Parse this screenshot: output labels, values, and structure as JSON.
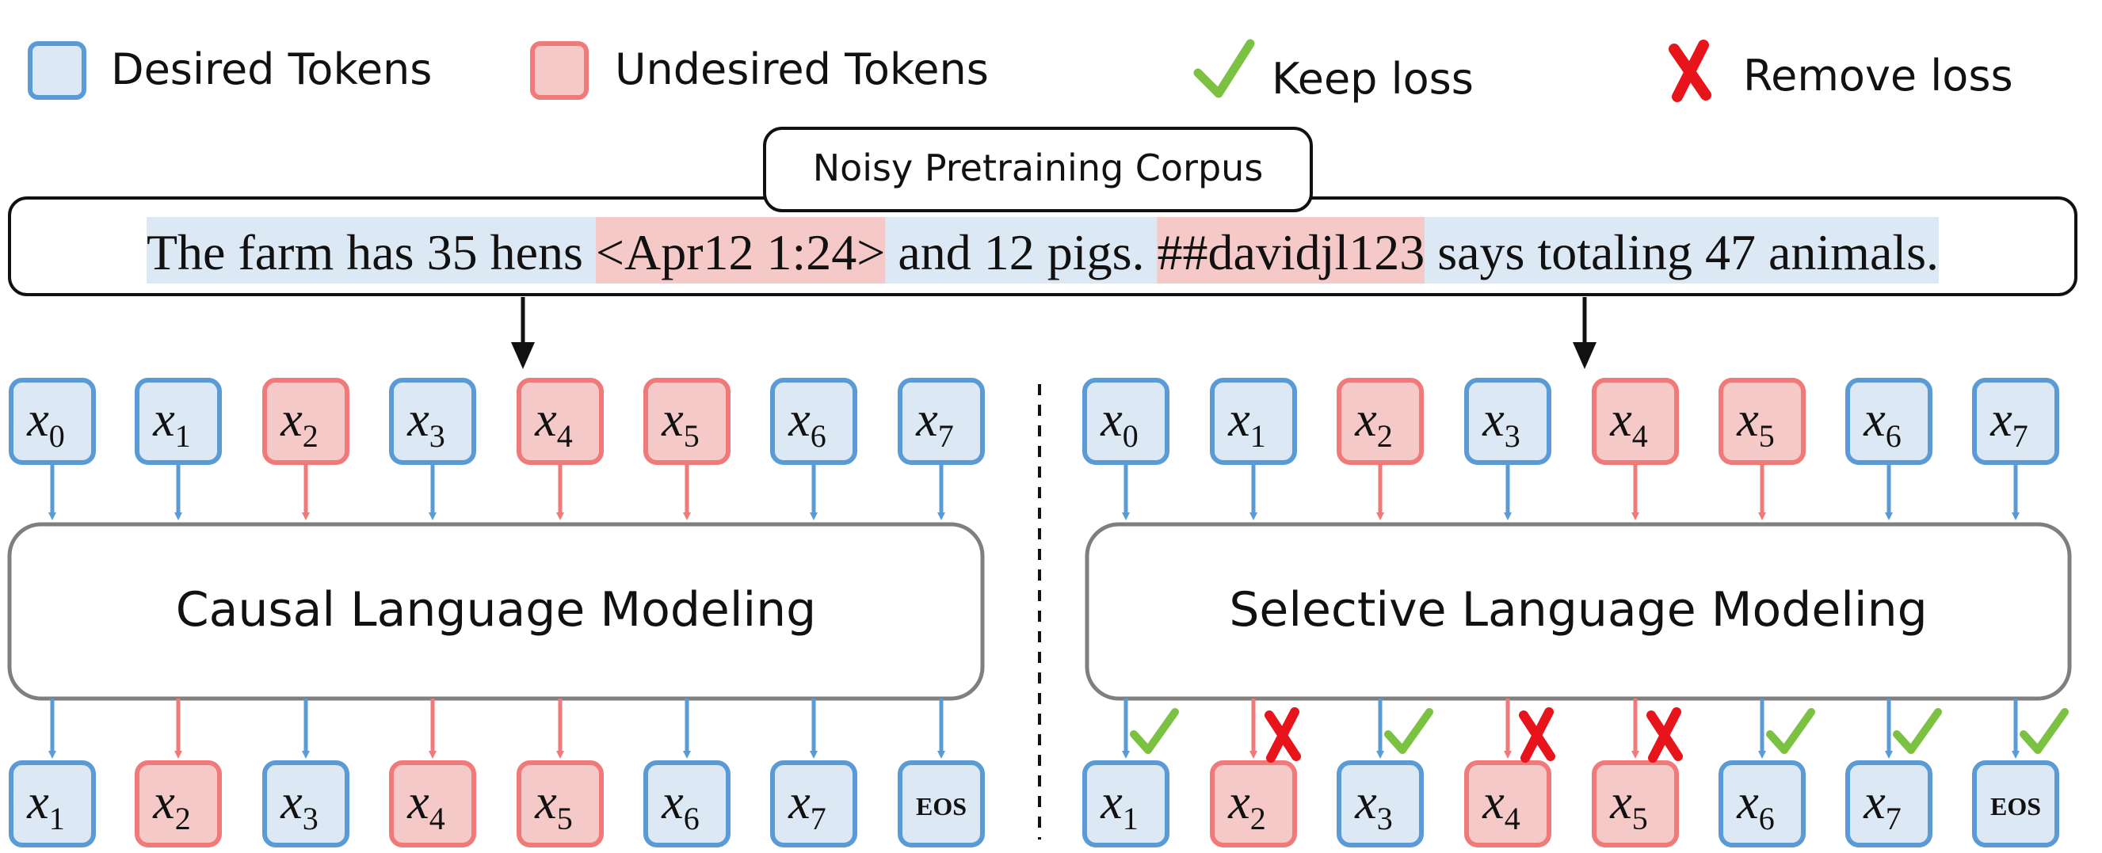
{
  "legend": {
    "desired_label": "Desired Tokens",
    "undesired_label": "Undesired Tokens",
    "keep_label": "Keep loss",
    "remove_label": "Remove loss"
  },
  "corpus": {
    "title": "Noisy Pretraining Corpus",
    "segments": [
      {
        "text": "The farm has 35 hens ",
        "kind": "desired"
      },
      {
        "text": "<Apr12 1:24>",
        "kind": "undesired"
      },
      {
        "text": " and 12 pigs. ",
        "kind": "desired"
      },
      {
        "text": "##davidjl123",
        "kind": "undesired"
      },
      {
        "text": " says totaling 47 animals.",
        "kind": "desired"
      }
    ]
  },
  "colors": {
    "desired_fill": "#dce9f5",
    "desired_stroke": "#5b9bd5",
    "undesired_fill": "#f6c9c9",
    "undesired_stroke": "#f07a7a",
    "keep_check": "#7cc242",
    "remove_cross": "#e8141b",
    "model_stroke": "#7f7f7f"
  },
  "panels": [
    {
      "model_label": "Causal Language Modeling",
      "inputs": [
        {
          "base": "x",
          "sub": "0",
          "kind": "desired"
        },
        {
          "base": "x",
          "sub": "1",
          "kind": "desired"
        },
        {
          "base": "x",
          "sub": "2",
          "kind": "undesired"
        },
        {
          "base": "x",
          "sub": "3",
          "kind": "desired"
        },
        {
          "base": "x",
          "sub": "4",
          "kind": "undesired"
        },
        {
          "base": "x",
          "sub": "5",
          "kind": "undesired"
        },
        {
          "base": "x",
          "sub": "6",
          "kind": "desired"
        },
        {
          "base": "x",
          "sub": "7",
          "kind": "desired"
        }
      ],
      "outputs": [
        {
          "base": "x",
          "sub": "1",
          "kind": "desired",
          "loss": "none"
        },
        {
          "base": "x",
          "sub": "2",
          "kind": "undesired",
          "loss": "none"
        },
        {
          "base": "x",
          "sub": "3",
          "kind": "desired",
          "loss": "none"
        },
        {
          "base": "x",
          "sub": "4",
          "kind": "undesired",
          "loss": "none"
        },
        {
          "base": "x",
          "sub": "5",
          "kind": "undesired",
          "loss": "none"
        },
        {
          "base": "x",
          "sub": "6",
          "kind": "desired",
          "loss": "none"
        },
        {
          "base": "x",
          "sub": "7",
          "kind": "desired",
          "loss": "none"
        },
        {
          "base": "EOS",
          "sub": "",
          "kind": "desired",
          "loss": "none"
        }
      ]
    },
    {
      "model_label": "Selective Language Modeling",
      "inputs": [
        {
          "base": "x",
          "sub": "0",
          "kind": "desired"
        },
        {
          "base": "x",
          "sub": "1",
          "kind": "desired"
        },
        {
          "base": "x",
          "sub": "2",
          "kind": "undesired"
        },
        {
          "base": "x",
          "sub": "3",
          "kind": "desired"
        },
        {
          "base": "x",
          "sub": "4",
          "kind": "undesired"
        },
        {
          "base": "x",
          "sub": "5",
          "kind": "undesired"
        },
        {
          "base": "x",
          "sub": "6",
          "kind": "desired"
        },
        {
          "base": "x",
          "sub": "7",
          "kind": "desired"
        }
      ],
      "outputs": [
        {
          "base": "x",
          "sub": "1",
          "kind": "desired",
          "loss": "keep"
        },
        {
          "base": "x",
          "sub": "2",
          "kind": "undesired",
          "loss": "remove"
        },
        {
          "base": "x",
          "sub": "3",
          "kind": "desired",
          "loss": "keep"
        },
        {
          "base": "x",
          "sub": "4",
          "kind": "undesired",
          "loss": "remove"
        },
        {
          "base": "x",
          "sub": "5",
          "kind": "undesired",
          "loss": "remove"
        },
        {
          "base": "x",
          "sub": "6",
          "kind": "desired",
          "loss": "keep"
        },
        {
          "base": "x",
          "sub": "7",
          "kind": "desired",
          "loss": "keep"
        },
        {
          "base": "EOS",
          "sub": "",
          "kind": "desired",
          "loss": "keep"
        }
      ]
    }
  ]
}
